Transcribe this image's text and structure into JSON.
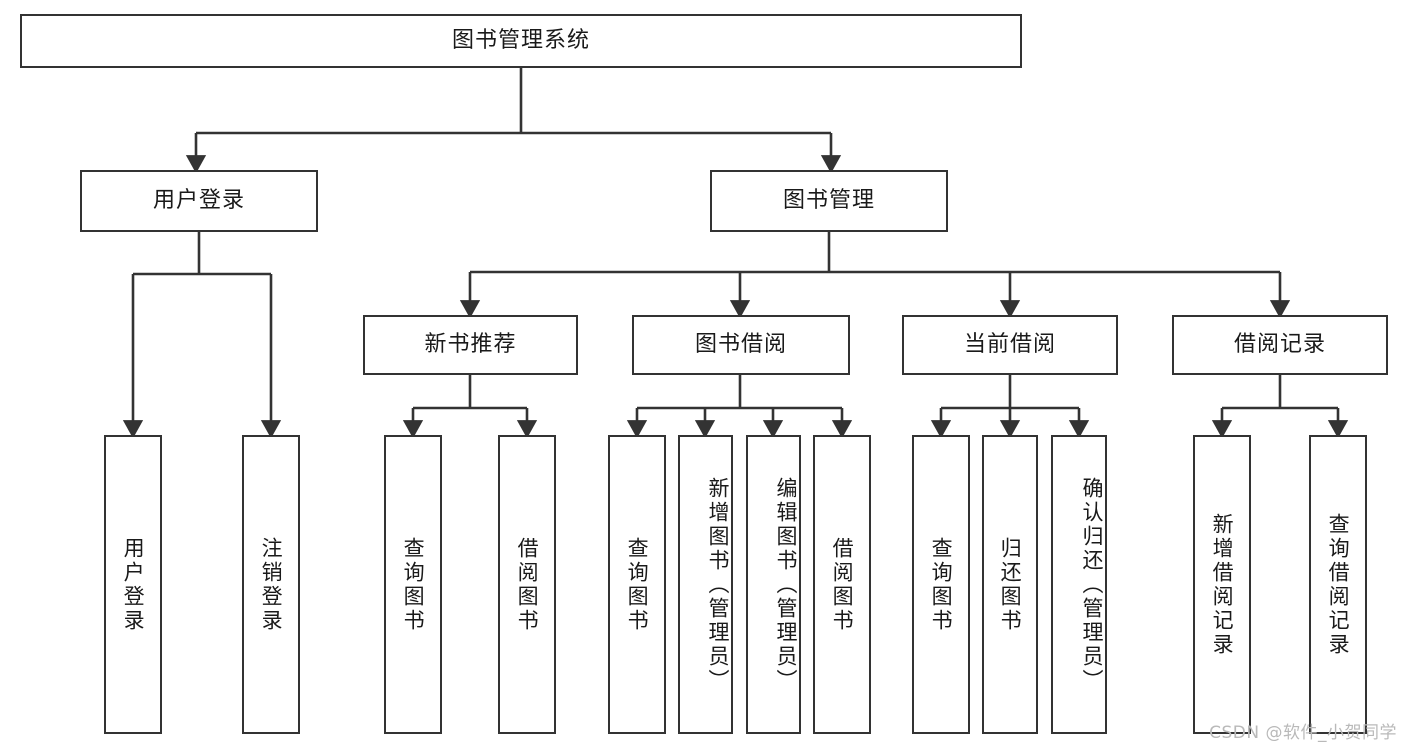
{
  "diagram": {
    "title": "图书管理系统",
    "type": "tree-hierarchy",
    "root": {
      "id": "root",
      "label": "图书管理系统"
    },
    "level2": [
      {
        "id": "user-login",
        "label": "用户登录"
      },
      {
        "id": "book-manage",
        "label": "图书管理"
      }
    ],
    "level3": [
      {
        "id": "new-book-recommend",
        "label": "新书推荐",
        "parent": "book-manage"
      },
      {
        "id": "book-borrow",
        "label": "图书借阅",
        "parent": "book-manage"
      },
      {
        "id": "current-borrow",
        "label": "当前借阅",
        "parent": "book-manage"
      },
      {
        "id": "borrow-record",
        "label": "借阅记录",
        "parent": "book-manage"
      }
    ],
    "leaves": {
      "user_login": [
        {
          "id": "leaf-user-login",
          "label": "用户登录"
        },
        {
          "id": "leaf-logout",
          "label": "注销登录"
        }
      ],
      "new_book_recommend": [
        {
          "id": "leaf-query-book-1",
          "label": "查询图书"
        },
        {
          "id": "leaf-borrow-book-1",
          "label": "借阅图书"
        }
      ],
      "book_borrow": [
        {
          "id": "leaf-query-book-2",
          "label": "查询图书"
        },
        {
          "id": "leaf-add-book",
          "label": "新增图书（管理员）"
        },
        {
          "id": "leaf-edit-book",
          "label": "编辑图书（管理员）"
        },
        {
          "id": "leaf-borrow-book-2",
          "label": "借阅图书"
        }
      ],
      "current_borrow": [
        {
          "id": "leaf-query-book-3",
          "label": "查询图书"
        },
        {
          "id": "leaf-return-book",
          "label": "归还图书"
        },
        {
          "id": "leaf-confirm-return",
          "label": "确认归还（管理员）"
        }
      ],
      "borrow_record": [
        {
          "id": "leaf-add-record",
          "label": "新增借阅记录"
        },
        {
          "id": "leaf-query-record",
          "label": "查询借阅记录"
        }
      ]
    },
    "colors": {
      "stroke": "#333333",
      "fill": "#ffffff",
      "text": "#1a1a1a",
      "watermark": "#b9b9b9"
    }
  },
  "watermark": {
    "text": "CSDN @软件_小贺同学"
  }
}
